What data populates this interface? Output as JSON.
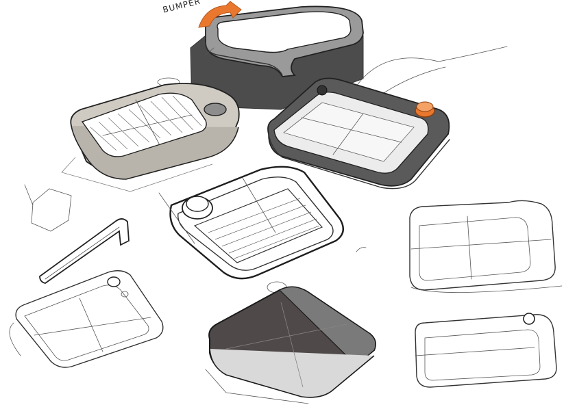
{
  "annotation": {
    "label": "BUMPER"
  },
  "colors": {
    "accent_orange": "#e9782e",
    "accent_orange_dark": "#b8561c",
    "bumper_grey": "#8e8e8e",
    "shadow_dark": "#4a4a4a",
    "body_grey": "#cfcac2",
    "dark_screen": "#4f4a49",
    "side_grey": "#7a7a7a",
    "light_panel": "#e9e9e9"
  },
  "sketches": [
    {
      "id": "bumper-frame",
      "icon": "bumper-frame-icon"
    },
    {
      "id": "grey-device",
      "icon": "device-sketch-icon"
    },
    {
      "id": "knob-device",
      "icon": "device-with-knob-icon"
    },
    {
      "id": "tray-device",
      "icon": "device-sketch-icon"
    },
    {
      "id": "clip-part",
      "icon": "clip-icon"
    },
    {
      "id": "dark-device",
      "icon": "device-sketch-icon"
    }
  ]
}
